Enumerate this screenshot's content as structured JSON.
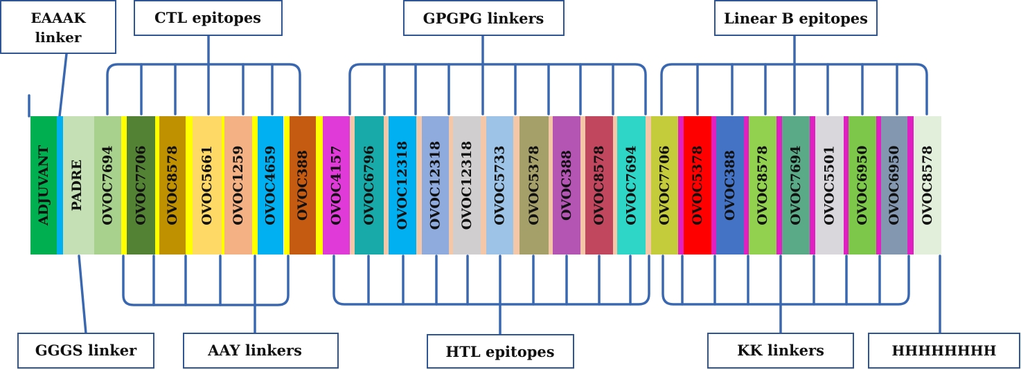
{
  "labels": {
    "eaaak": [
      "EAAAK",
      "linker"
    ],
    "ctl": "CTL epitopes",
    "gpgpg": "GPGPG linkers",
    "linear_b": "Linear B epitopes",
    "gggs": "GGGS linker",
    "aay": "AAY linkers",
    "htl": "HTL epitopes",
    "kk": "KK linkers",
    "his": "HHHHHHHH"
  },
  "colors": {
    "line": "#3a68b0",
    "box_border": "#2f5597",
    "eaaak_linker": "#00b0f0",
    "gggs_linker": "#c5e0b4",
    "aay_linker": "#ffff00",
    "gpgpg_linker": "#f4c7a8",
    "kk_linker": "#e020c0"
  },
  "segments": [
    {
      "name": "ADJUVANT",
      "color": "#00b050"
    },
    {
      "name": "PADRE",
      "color": "#c5e0b4"
    },
    {
      "name": "OVOC7694",
      "color": "#a9d18e"
    },
    {
      "name": "OVOC7706",
      "color": "#548235"
    },
    {
      "name": "OVOC8578",
      "color": "#bf9000"
    },
    {
      "name": "OVOC5661",
      "color": "#ffd966"
    },
    {
      "name": "OVOC1259",
      "color": "#f4b183"
    },
    {
      "name": "OVOC4659",
      "color": "#00b0f0"
    },
    {
      "name": "OVOC388",
      "color": "#c55a11"
    },
    {
      "name": "OVOC4157",
      "color": "#e03ad8"
    },
    {
      "name": "OVOC6796",
      "color": "#17aaa8"
    },
    {
      "name": "OVOC12318",
      "color": "#00b0f0"
    },
    {
      "name": "OVOC12318",
      "color": "#8faadc"
    },
    {
      "name": "OVOC12318",
      "color": "#d0cece"
    },
    {
      "name": "OVOC5733",
      "color": "#9dc3e6"
    },
    {
      "name": "OVOC5378",
      "color": "#a5a06a"
    },
    {
      "name": "OVOC388",
      "color": "#b455b4"
    },
    {
      "name": "OVOC8578",
      "color": "#c0475e"
    },
    {
      "name": "OVOC7694",
      "color": "#2dd6c6"
    },
    {
      "name": "OVOC7706",
      "color": "#c4cc3c"
    },
    {
      "name": "OVOC5378",
      "color": "#ff0000"
    },
    {
      "name": "OVOC388",
      "color": "#4472c4"
    },
    {
      "name": "OVOC8578",
      "color": "#92d050"
    },
    {
      "name": "OVOC7694",
      "color": "#5aaa88"
    },
    {
      "name": "OVOC5501",
      "color": "#d9d6dc"
    },
    {
      "name": "OVOC6950",
      "color": "#7dc84a"
    },
    {
      "name": "OVOC6950",
      "color": "#8497b0"
    },
    {
      "name": "OVOC8578",
      "color": "#e2efda"
    }
  ]
}
